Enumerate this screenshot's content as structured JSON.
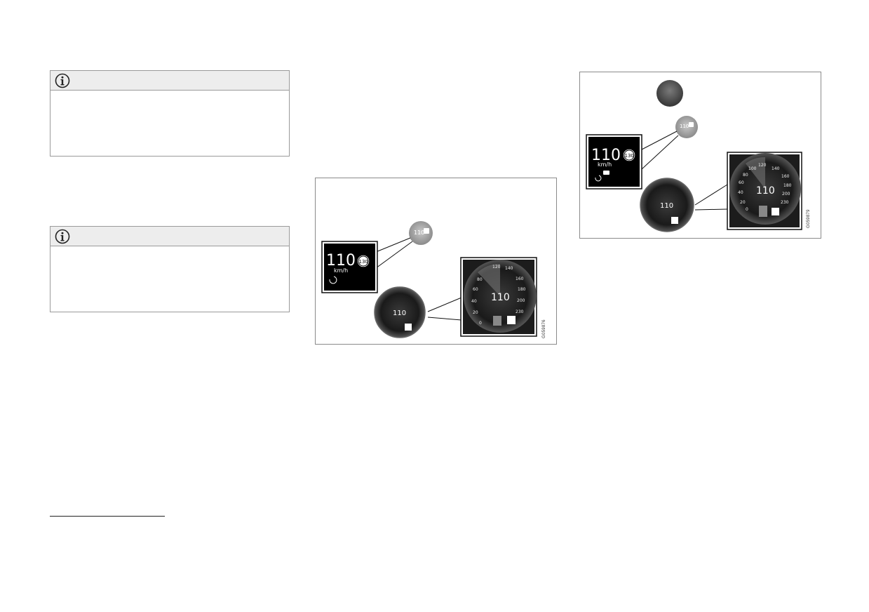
{
  "notes": [
    {
      "icon": "info-icon"
    },
    {
      "icon": "info-icon"
    }
  ],
  "figure1": {
    "code": "G059876",
    "display_speed": "110",
    "display_unit": "km/h",
    "sign_speed": "130",
    "gauge_ticks": [
      "0",
      "20",
      "40",
      "60",
      "80",
      "120",
      "140",
      "160",
      "180",
      "200",
      "230"
    ],
    "gauge_speed": "110"
  },
  "figure2": {
    "code": "G059879",
    "display_speed": "110",
    "display_unit": "km/h",
    "sign_speed": "130",
    "gauge_ticks": [
      "0",
      "20",
      "40",
      "60",
      "80",
      "100",
      "120",
      "140",
      "160",
      "180",
      "200",
      "230"
    ],
    "gauge_speed": "110"
  },
  "colors": {
    "frame": "#8a8a8a",
    "note_header": "#ededed",
    "display_bg": "#000000"
  }
}
